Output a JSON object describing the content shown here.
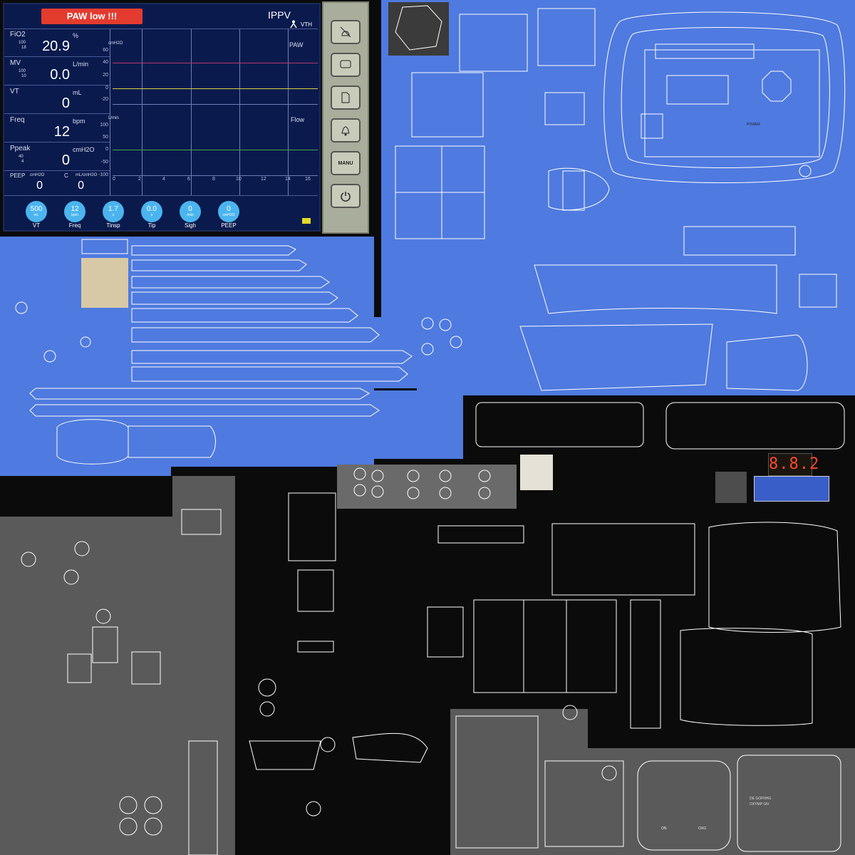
{
  "colors": {
    "uv_blue": "#4f7adf",
    "uv_dark_gray": "#5a5a5a",
    "uv_black": "#0b0b0b",
    "screen_bg": "#0a1a4d",
    "alarm_red": "#e43b2f",
    "soft_button_blue": "#4bb4ee",
    "wire_white": "#ffffff"
  },
  "ventilator_screen": {
    "alarm": "PAW low !!!",
    "mode": "IPPV",
    "mode_sub": "VTH",
    "params": [
      {
        "label": "FiO2",
        "unit": "%",
        "value": "20.9",
        "limits": [
          "100",
          "18"
        ]
      },
      {
        "label": "MV",
        "unit": "L/min",
        "value": "0.0",
        "limits": [
          "100",
          "10"
        ]
      },
      {
        "label": "VT",
        "unit": "mL",
        "value": "0",
        "limits": []
      },
      {
        "label": "Freq",
        "unit": "bpm",
        "value": "12",
        "limits": []
      },
      {
        "label": "Ppeak",
        "unit": "cmH2O",
        "value": "0",
        "limits": [
          "40",
          "4"
        ]
      }
    ],
    "bottom_row": {
      "labels": [
        "PEEP",
        "C"
      ],
      "units": [
        "cmH2O",
        "mL/cmH2O"
      ],
      "values": [
        "0",
        "0"
      ]
    },
    "paw_graph": {
      "title": "PAW",
      "unit": "cmH2O",
      "y_ticks": [
        "60",
        "40",
        "20",
        "0",
        "-20"
      ]
    },
    "flow_graph": {
      "title": "Flow",
      "unit": "L/min",
      "y_ticks": [
        "100",
        "50",
        "0",
        "-50",
        "-100"
      ],
      "x_ticks": [
        "0",
        "2",
        "4",
        "6",
        "8",
        "10",
        "12",
        "14",
        "16"
      ]
    },
    "soft_buttons": [
      {
        "value": "500",
        "unit": "mL",
        "label": "VT"
      },
      {
        "value": "12",
        "unit": "bpm",
        "label": "Freq"
      },
      {
        "value": "1.7",
        "unit": "s",
        "label": "Tinsp"
      },
      {
        "value": "0.0",
        "unit": "s",
        "label": "Tip"
      },
      {
        "value": "0",
        "unit": "/min",
        "label": "Sigh"
      },
      {
        "value": "0",
        "unit": "cmH2O",
        "label": "PEEP"
      }
    ]
  },
  "hardware_panel": {
    "buttons": [
      {
        "icon": "alarm-silence-icon",
        "label": ""
      },
      {
        "icon": "screen-icon",
        "label": ""
      },
      {
        "icon": "document-icon",
        "label": ""
      },
      {
        "icon": "bell-icon",
        "label": ""
      },
      {
        "icon": "menu-icon",
        "label": "MANU"
      },
      {
        "icon": "power-icon",
        "label": ""
      }
    ]
  },
  "red_display": "8.8.2",
  "uv_labels": {
    "power_label": "POWER",
    "sticker_line_1": "DE GOFNHG",
    "sticker_line_2": "OXYMP GN",
    "small_label_1": "ON",
    "small_label_2": "OXG"
  }
}
